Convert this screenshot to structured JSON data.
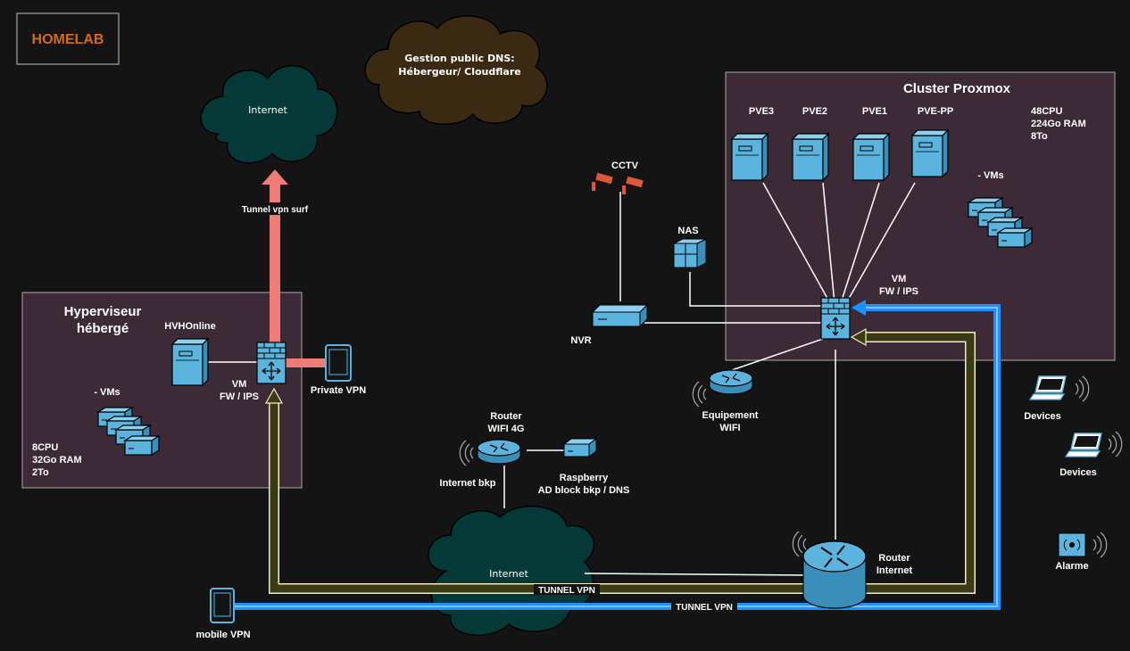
{
  "title": "HOMELAB",
  "colors": {
    "accent_title": "#d46a12",
    "device_fill": "#5ab4dd",
    "device_stroke": "#000000",
    "panel_fill": "#3c2b37",
    "cloud_teal": "#053937",
    "cloud_brown": "#3a2a12",
    "red_tunnel": "#f07c78",
    "olive_tunnel": "#3a3a14",
    "blue_tunnel": "#1e90ff"
  },
  "clouds": {
    "internet_top": "Internet",
    "internet_bottom": "Internet",
    "dns_line1": "Gestion public DNS:",
    "dns_line2": "Hébergeur/ Cloudflare"
  },
  "hosted_hypervisor": {
    "title_line1": "Hyperviseur",
    "title_line2": "hébergé",
    "server_label": "HVHOnline",
    "vms_label": "- VMs",
    "firewall_line1": "VM",
    "firewall_line2": "FW / IPS",
    "specs": [
      "8CPU",
      "32Go RAM",
      "2To"
    ]
  },
  "cluster": {
    "title": "Cluster Proxmox",
    "nodes": [
      "PVE3",
      "PVE2",
      "PVE1",
      "PVE-PP"
    ],
    "specs": [
      "48CPU",
      "224Go RAM",
      "8To"
    ],
    "vms_label": "- VMs",
    "firewall_line1": "VM",
    "firewall_line2": "FW / IPS"
  },
  "devices": {
    "cctv": "CCTV",
    "nas": "NAS",
    "nvr": "NVR",
    "wifi_line1": "Equipement",
    "wifi_line2": "WIFI",
    "router4g_line1": "Router",
    "router4g_line2": "WIFI 4G",
    "internet_bkp": "Internet bkp",
    "raspberry_line1": "Raspberry",
    "raspberry_line2": "AD block bkp / DNS",
    "router_internet_line1": "Router",
    "router_internet_line2": "Internet",
    "devices1": "Devices",
    "devices2": "Devices",
    "alarm": "Alarme",
    "private_vpn": "Private VPN",
    "mobile_vpn": "mobile VPN"
  },
  "tunnels": {
    "surf": "Tunnel vpn surf",
    "olive": "TUNNEL VPN",
    "blue": "TUNNEL VPN"
  }
}
